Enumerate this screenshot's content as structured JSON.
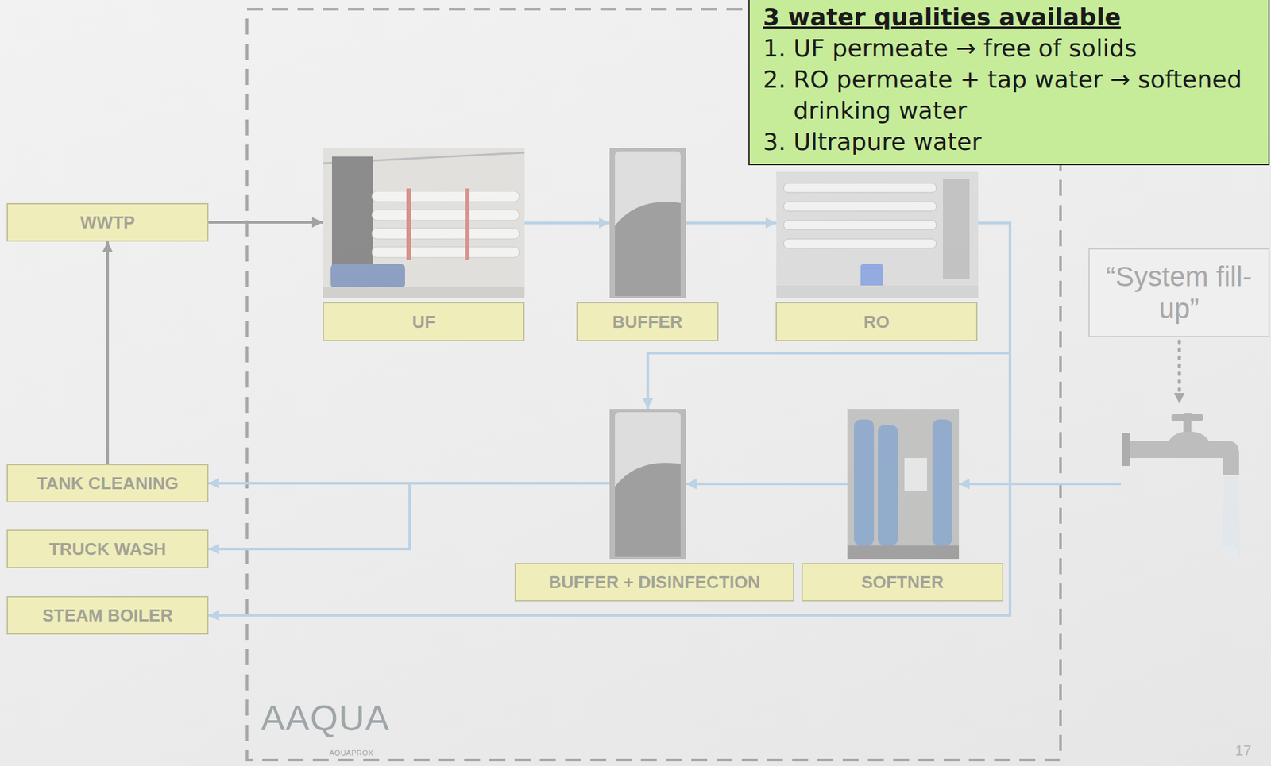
{
  "diagram": {
    "nodes": [
      {
        "text": [
          "3 water qualities available",
          "1. UF permeate → free of solids",
          "2. RO permeate + tap water → softened drinking water",
          "3. Ultrapure water"
        ]
      },
      {
        "text": [
          "WWTP"
        ]
      },
      {
        "text": [
          "AAQUA",
          "AQUAPROX"
        ]
      },
      {
        "text": [
          "UF"
        ],
        "in": 2
      },
      {
        "text": [
          "BUFFER"
        ],
        "in": 2
      },
      {
        "text": [
          "RO"
        ],
        "in": 2
      },
      {
        "text": [
          "“System fill-up”"
        ]
      },
      {
        "text": [
          "TANK CLEANING"
        ]
      },
      {
        "text": [
          "BUFFER + DISINFECTION"
        ],
        "in": 2
      },
      {
        "text": [
          "SOFTNER"
        ],
        "in": 2
      },
      {
        "text": [
          "TRUCK WASH"
        ]
      },
      {
        "text": [
          "STEAM BOILER"
        ]
      }
    ],
    "edges": [
      {
        "from": 1,
        "to": 3,
        "arrow": "to"
      },
      {
        "from": 3,
        "to": 4,
        "arrow": "to"
      },
      {
        "from": 4,
        "to": 5,
        "arrow": "to"
      },
      {
        "from": 5,
        "to": 8,
        "arrow": "to"
      },
      {
        "from": 5,
        "to": 11,
        "arrow": "to"
      },
      {
        "from": 9,
        "to": 8,
        "arrow": "to"
      },
      {
        "from": 8,
        "to": 7,
        "arrow": "to"
      },
      {
        "from": 8,
        "to": 10,
        "arrow": "to"
      },
      {
        "from": 7,
        "to": 1,
        "arrow": "to"
      }
    ],
    "labels": [
      "17"
    ]
  }
}
